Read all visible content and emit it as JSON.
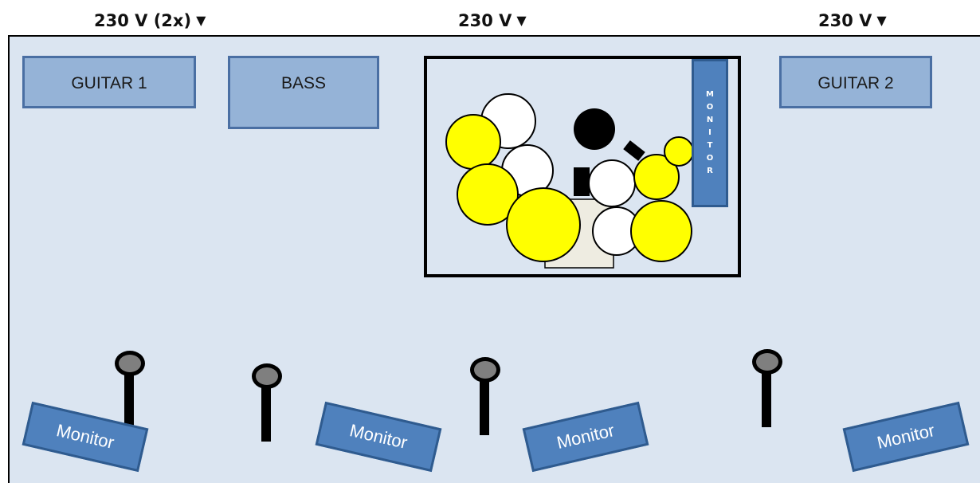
{
  "power": [
    {
      "label": "230 V (2x)"
    },
    {
      "label": "230 V"
    },
    {
      "label": "230 V"
    }
  ],
  "amps": {
    "guitar1": "GUITAR 1",
    "bass": "BASS",
    "guitar2": "GUITAR 2"
  },
  "drum_monitor": {
    "letters": [
      "M",
      "O",
      "N",
      "I",
      "T",
      "O",
      "R"
    ]
  },
  "wedges": [
    "Monitor",
    "Monitor",
    "Monitor",
    "Monitor"
  ],
  "colors": {
    "stage": "#dbe5f1",
    "amp": "#95b3d7",
    "monitor": "#4f81bd",
    "cymbal": "#ffff00",
    "drum": "#ffffff",
    "mic_head": "#7f7f7f"
  },
  "icons": {
    "arrow": "triangle-down-icon",
    "mic": "microphone-icon"
  }
}
